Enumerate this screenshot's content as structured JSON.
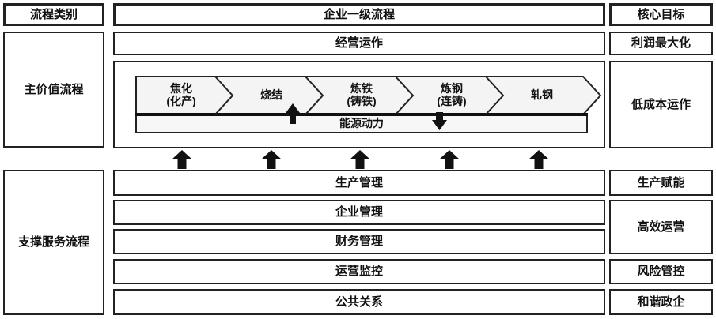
{
  "header": {
    "category": "流程类别",
    "enterprise_process": "企业一级流程",
    "core_goal": "核心目标"
  },
  "left_column": {
    "main_value": "主价值流程",
    "support_service": "支撑服务流程"
  },
  "main_flow": {
    "business_operation": "经营运作",
    "chevrons": [
      {
        "line1": "焦化",
        "line2": "(化产)"
      },
      {
        "line1": "烧结",
        "line2": ""
      },
      {
        "line1": "炼铁",
        "line2": "(铸铁)"
      },
      {
        "line1": "炼钢",
        "line2": "(连铸)"
      },
      {
        "line1": "轧钢",
        "line2": ""
      }
    ],
    "energy": "能源动力"
  },
  "support_rows": [
    "生产管理",
    "企业管理",
    "财务管理",
    "运营监控",
    "公共关系"
  ],
  "goals": {
    "profit_max": "利润最大化",
    "low_cost": "低成本运作",
    "production_enable": "生产赋能",
    "efficient_ops": "高效运营",
    "risk_control": "风险管控",
    "harmonious": "和谐政企"
  },
  "colors": {
    "border": "#222222",
    "chevron_fill": "#f4f4f4",
    "energy_fill": "#f7f7f7",
    "arrow": "#111111"
  }
}
